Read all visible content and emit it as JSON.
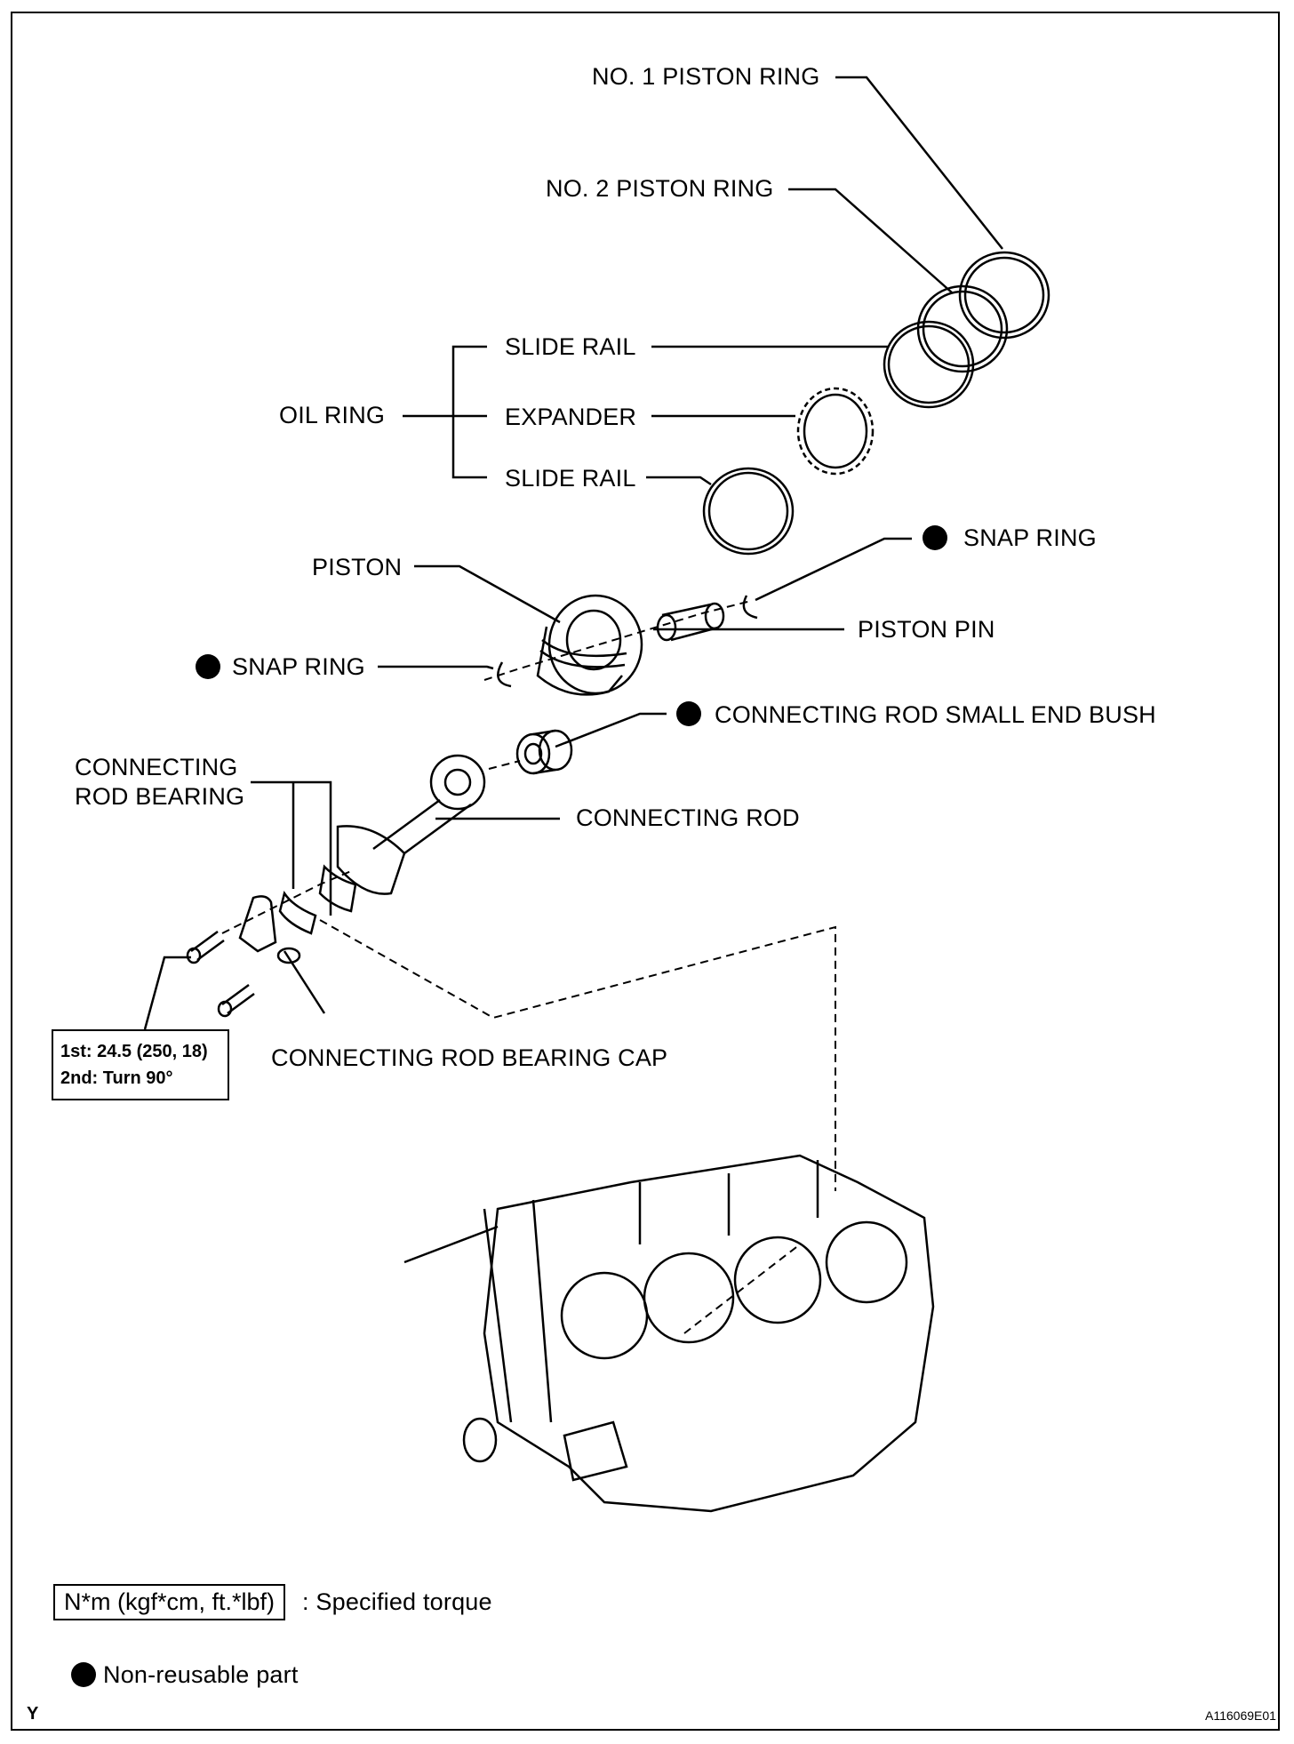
{
  "labels": {
    "no1_piston_ring": "NO. 1 PISTON RING",
    "no2_piston_ring": "NO. 2 PISTON RING",
    "slide_rail_top": "SLIDE RAIL",
    "oil_ring": "OIL RING",
    "expander": "EXPANDER",
    "slide_rail_bottom": "SLIDE RAIL",
    "piston": "PISTON",
    "snap_ring_right": "SNAP RING",
    "piston_pin": "PISTON PIN",
    "snap_ring_left": "SNAP RING",
    "small_end_bush": "CONNECTING ROD SMALL END BUSH",
    "rod_bearing_line1": "CONNECTING",
    "rod_bearing_line2": "ROD BEARING",
    "connecting_rod": "CONNECTING ROD",
    "bearing_cap": "CONNECTING ROD BEARING CAP"
  },
  "torque": {
    "line1": "1st: 24.5 (250, 18)",
    "line2": "2nd: Turn 90°"
  },
  "legend": {
    "torque_unit": "N*m (kgf*cm, ft.*lbf)",
    "torque_desc": ": Specified torque",
    "nonreusable": "Non-reusable part"
  },
  "footer": {
    "left_code": "Y",
    "figure_id": "A116069E01"
  },
  "colors": {
    "ink": "#000000",
    "paper": "#ffffff"
  }
}
